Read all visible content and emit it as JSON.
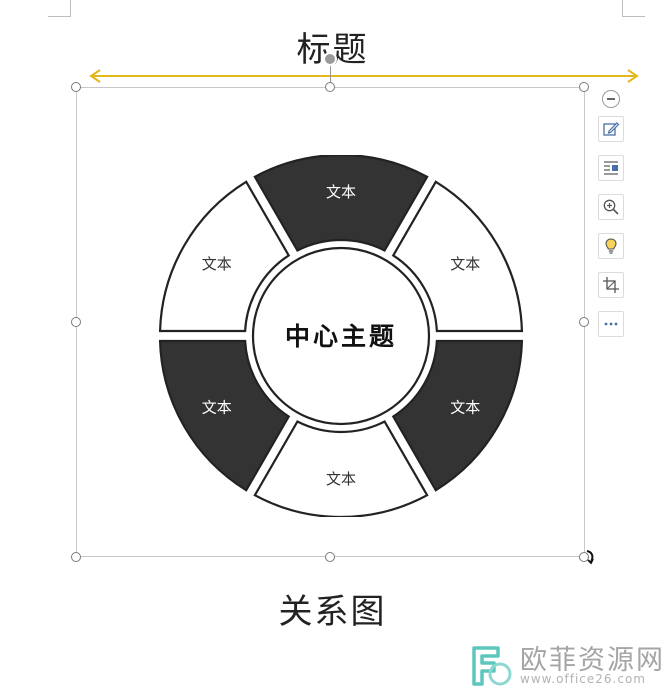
{
  "document": {
    "title": "标题",
    "caption": "关系图"
  },
  "diagram": {
    "center_label": "中心主题",
    "segments": [
      {
        "label": "文本",
        "fill": "#333333",
        "text_color": "#ffffff"
      },
      {
        "label": "文本",
        "fill": "#ffffff",
        "text_color": "#333333"
      },
      {
        "label": "文本",
        "fill": "#333333",
        "text_color": "#ffffff"
      },
      {
        "label": "文本",
        "fill": "#ffffff",
        "text_color": "#333333"
      },
      {
        "label": "文本",
        "fill": "#333333",
        "text_color": "#ffffff"
      },
      {
        "label": "文本",
        "fill": "#ffffff",
        "text_color": "#333333"
      }
    ],
    "outline_color": "#222222"
  },
  "guide": {
    "color": "#e3b81b"
  },
  "toolbar": {
    "buttons": [
      {
        "name": "edit-icon"
      },
      {
        "name": "text-wrap-icon"
      },
      {
        "name": "zoom-in-icon"
      },
      {
        "name": "lightbulb-icon"
      },
      {
        "name": "crop-icon"
      },
      {
        "name": "more-icon"
      }
    ]
  },
  "watermark": {
    "name": "欧菲资源网",
    "site": "www.office26.com",
    "color": "#5ec7bd"
  }
}
